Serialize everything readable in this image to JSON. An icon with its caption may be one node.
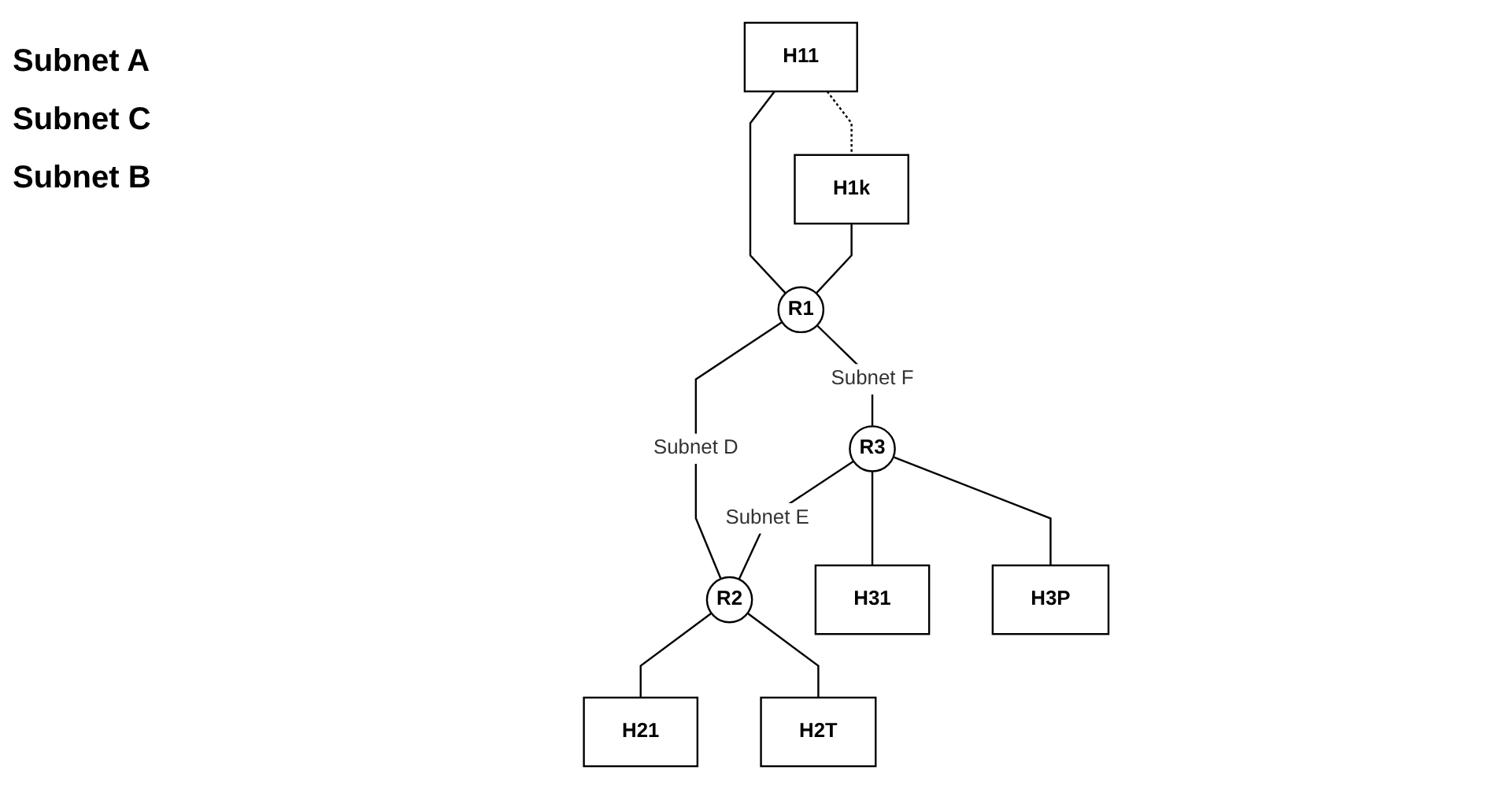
{
  "diagram": {
    "nodes": [
      {
        "text": [
          "H11"
        ]
      },
      {
        "text": [
          "H1k"
        ]
      },
      {
        "text": [
          "R1"
        ]
      },
      {
        "text": [
          "R3"
        ]
      },
      {
        "text": [
          "R2"
        ]
      },
      {
        "text": [
          "H31"
        ]
      },
      {
        "text": [
          "H3P"
        ]
      },
      {
        "text": [
          "H21"
        ]
      },
      {
        "text": [
          "H2T"
        ]
      }
    ],
    "edges": [
      {
        "from": 0,
        "to": 1,
        "arrow": "none",
        "style": "dashed"
      },
      {
        "from": 0,
        "to": 2,
        "arrow": "none"
      },
      {
        "from": 1,
        "to": 2,
        "arrow": "none"
      },
      {
        "from": 2,
        "to": 3,
        "arrow": "none",
        "label": "Subnet F"
      },
      {
        "from": 2,
        "to": 4,
        "arrow": "none",
        "label": "Subnet D"
      },
      {
        "from": 3,
        "to": 4,
        "arrow": "none",
        "label": "Subnet E"
      },
      {
        "from": 3,
        "to": 5,
        "arrow": "none"
      },
      {
        "from": 3,
        "to": 6,
        "arrow": "none"
      },
      {
        "from": 4,
        "to": 7,
        "arrow": "none"
      },
      {
        "from": 4,
        "to": 8,
        "arrow": "none"
      }
    ],
    "labels": [
      "Subnet A",
      "Subnet C",
      "Subnet B"
    ]
  }
}
